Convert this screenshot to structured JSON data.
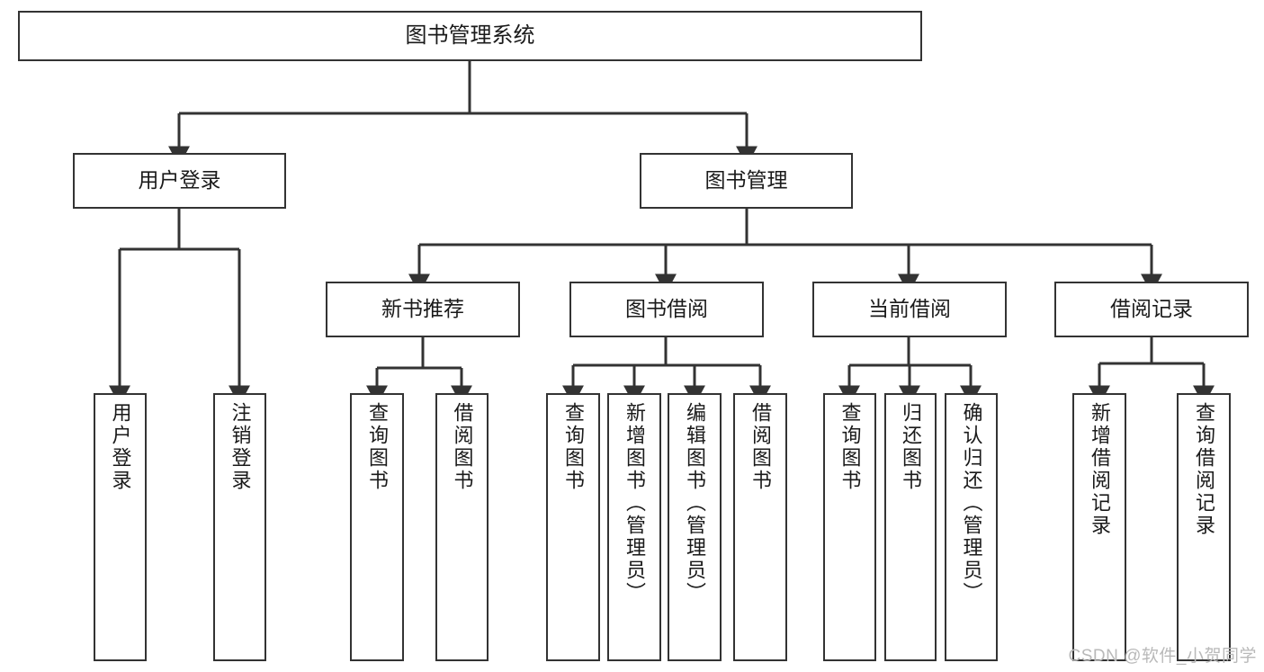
{
  "diagram": {
    "title": "图书管理系统",
    "type": "tree-hierarchy",
    "watermark": "CSDN @软件_小贺同学",
    "colors": {
      "border": "#333333",
      "text": "#1a1a1a",
      "background": "#ffffff",
      "watermark": "#b9b9b9"
    },
    "levels": {
      "root": {
        "label": "图书管理系统"
      },
      "level2": [
        {
          "id": "user-login",
          "label": "用户登录"
        },
        {
          "id": "book-management",
          "label": "图书管理"
        }
      ],
      "level3": [
        {
          "id": "new-book-recommend",
          "label": "新书推荐",
          "parent": "book-management"
        },
        {
          "id": "book-borrow",
          "label": "图书借阅",
          "parent": "book-management"
        },
        {
          "id": "current-borrow",
          "label": "当前借阅",
          "parent": "book-management"
        },
        {
          "id": "borrow-record",
          "label": "借阅记录",
          "parent": "book-management"
        }
      ],
      "leaves": [
        {
          "id": "leaf-user-login",
          "label": "用户登录",
          "parent": "user-login"
        },
        {
          "id": "leaf-logout-login",
          "label": "注销登录",
          "parent": "user-login"
        },
        {
          "id": "leaf-query-book-1",
          "label": "查询图书",
          "parent": "new-book-recommend"
        },
        {
          "id": "leaf-borrow-book-1",
          "label": "借阅图书",
          "parent": "new-book-recommend"
        },
        {
          "id": "leaf-query-book-2",
          "label": "查询图书",
          "parent": "book-borrow"
        },
        {
          "id": "leaf-add-book",
          "label": "新增图书（管理员）",
          "parent": "book-borrow"
        },
        {
          "id": "leaf-edit-book",
          "label": "编辑图书（管理员）",
          "parent": "book-borrow"
        },
        {
          "id": "leaf-borrow-book-2",
          "label": "借阅图书",
          "parent": "book-borrow"
        },
        {
          "id": "leaf-query-book-3",
          "label": "查询图书",
          "parent": "current-borrow"
        },
        {
          "id": "leaf-return-book",
          "label": "归还图书",
          "parent": "current-borrow"
        },
        {
          "id": "leaf-confirm-return",
          "label": "确认归还（管理员）",
          "parent": "current-borrow"
        },
        {
          "id": "leaf-add-record",
          "label": "新增借阅记录",
          "parent": "borrow-record"
        },
        {
          "id": "leaf-query-record",
          "label": "查询借阅记录",
          "parent": "borrow-record"
        }
      ]
    }
  }
}
